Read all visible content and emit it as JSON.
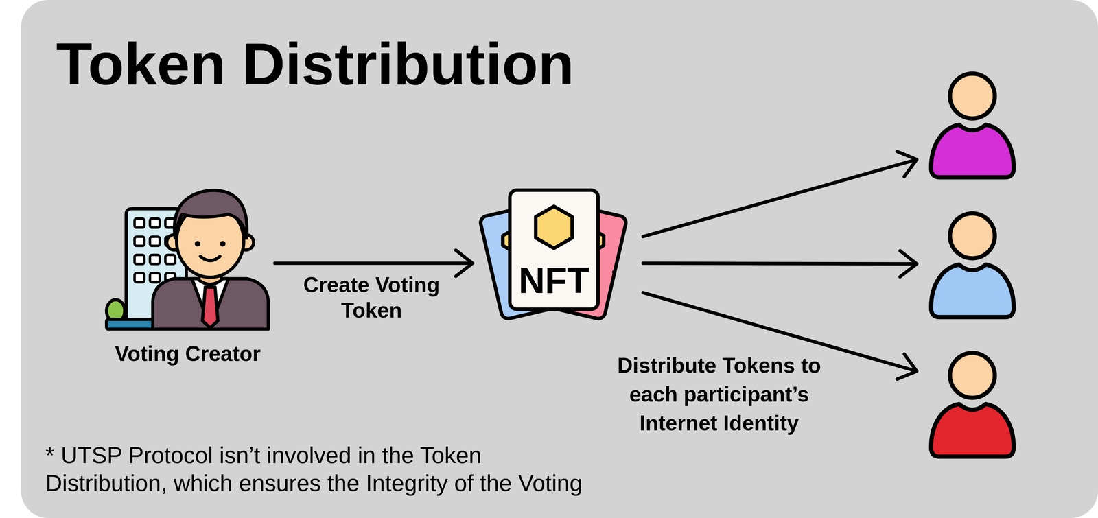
{
  "diagram": {
    "title": "Token Distribution",
    "nodes": [
      {
        "text": [
          "Voting Creator"
        ]
      },
      {
        "text": [
          "NFT"
        ]
      },
      {
        "text": []
      },
      {
        "text": []
      },
      {
        "text": []
      }
    ],
    "edges": [
      {
        "from": 0,
        "to": 1,
        "arrow": "to",
        "label": "Create Voting Token"
      },
      {
        "from": 1,
        "to": 2,
        "arrow": "to"
      },
      {
        "from": 1,
        "to": 3,
        "arrow": "to"
      },
      {
        "from": 1,
        "to": 4,
        "arrow": "to",
        "label": "Distribute Tokens to each participant’s Internet Identity"
      }
    ],
    "labels": [
      "* UTSP Protocol isn’t involved in the Token Distribution, which ensures the Integrity of the Voting"
    ]
  }
}
